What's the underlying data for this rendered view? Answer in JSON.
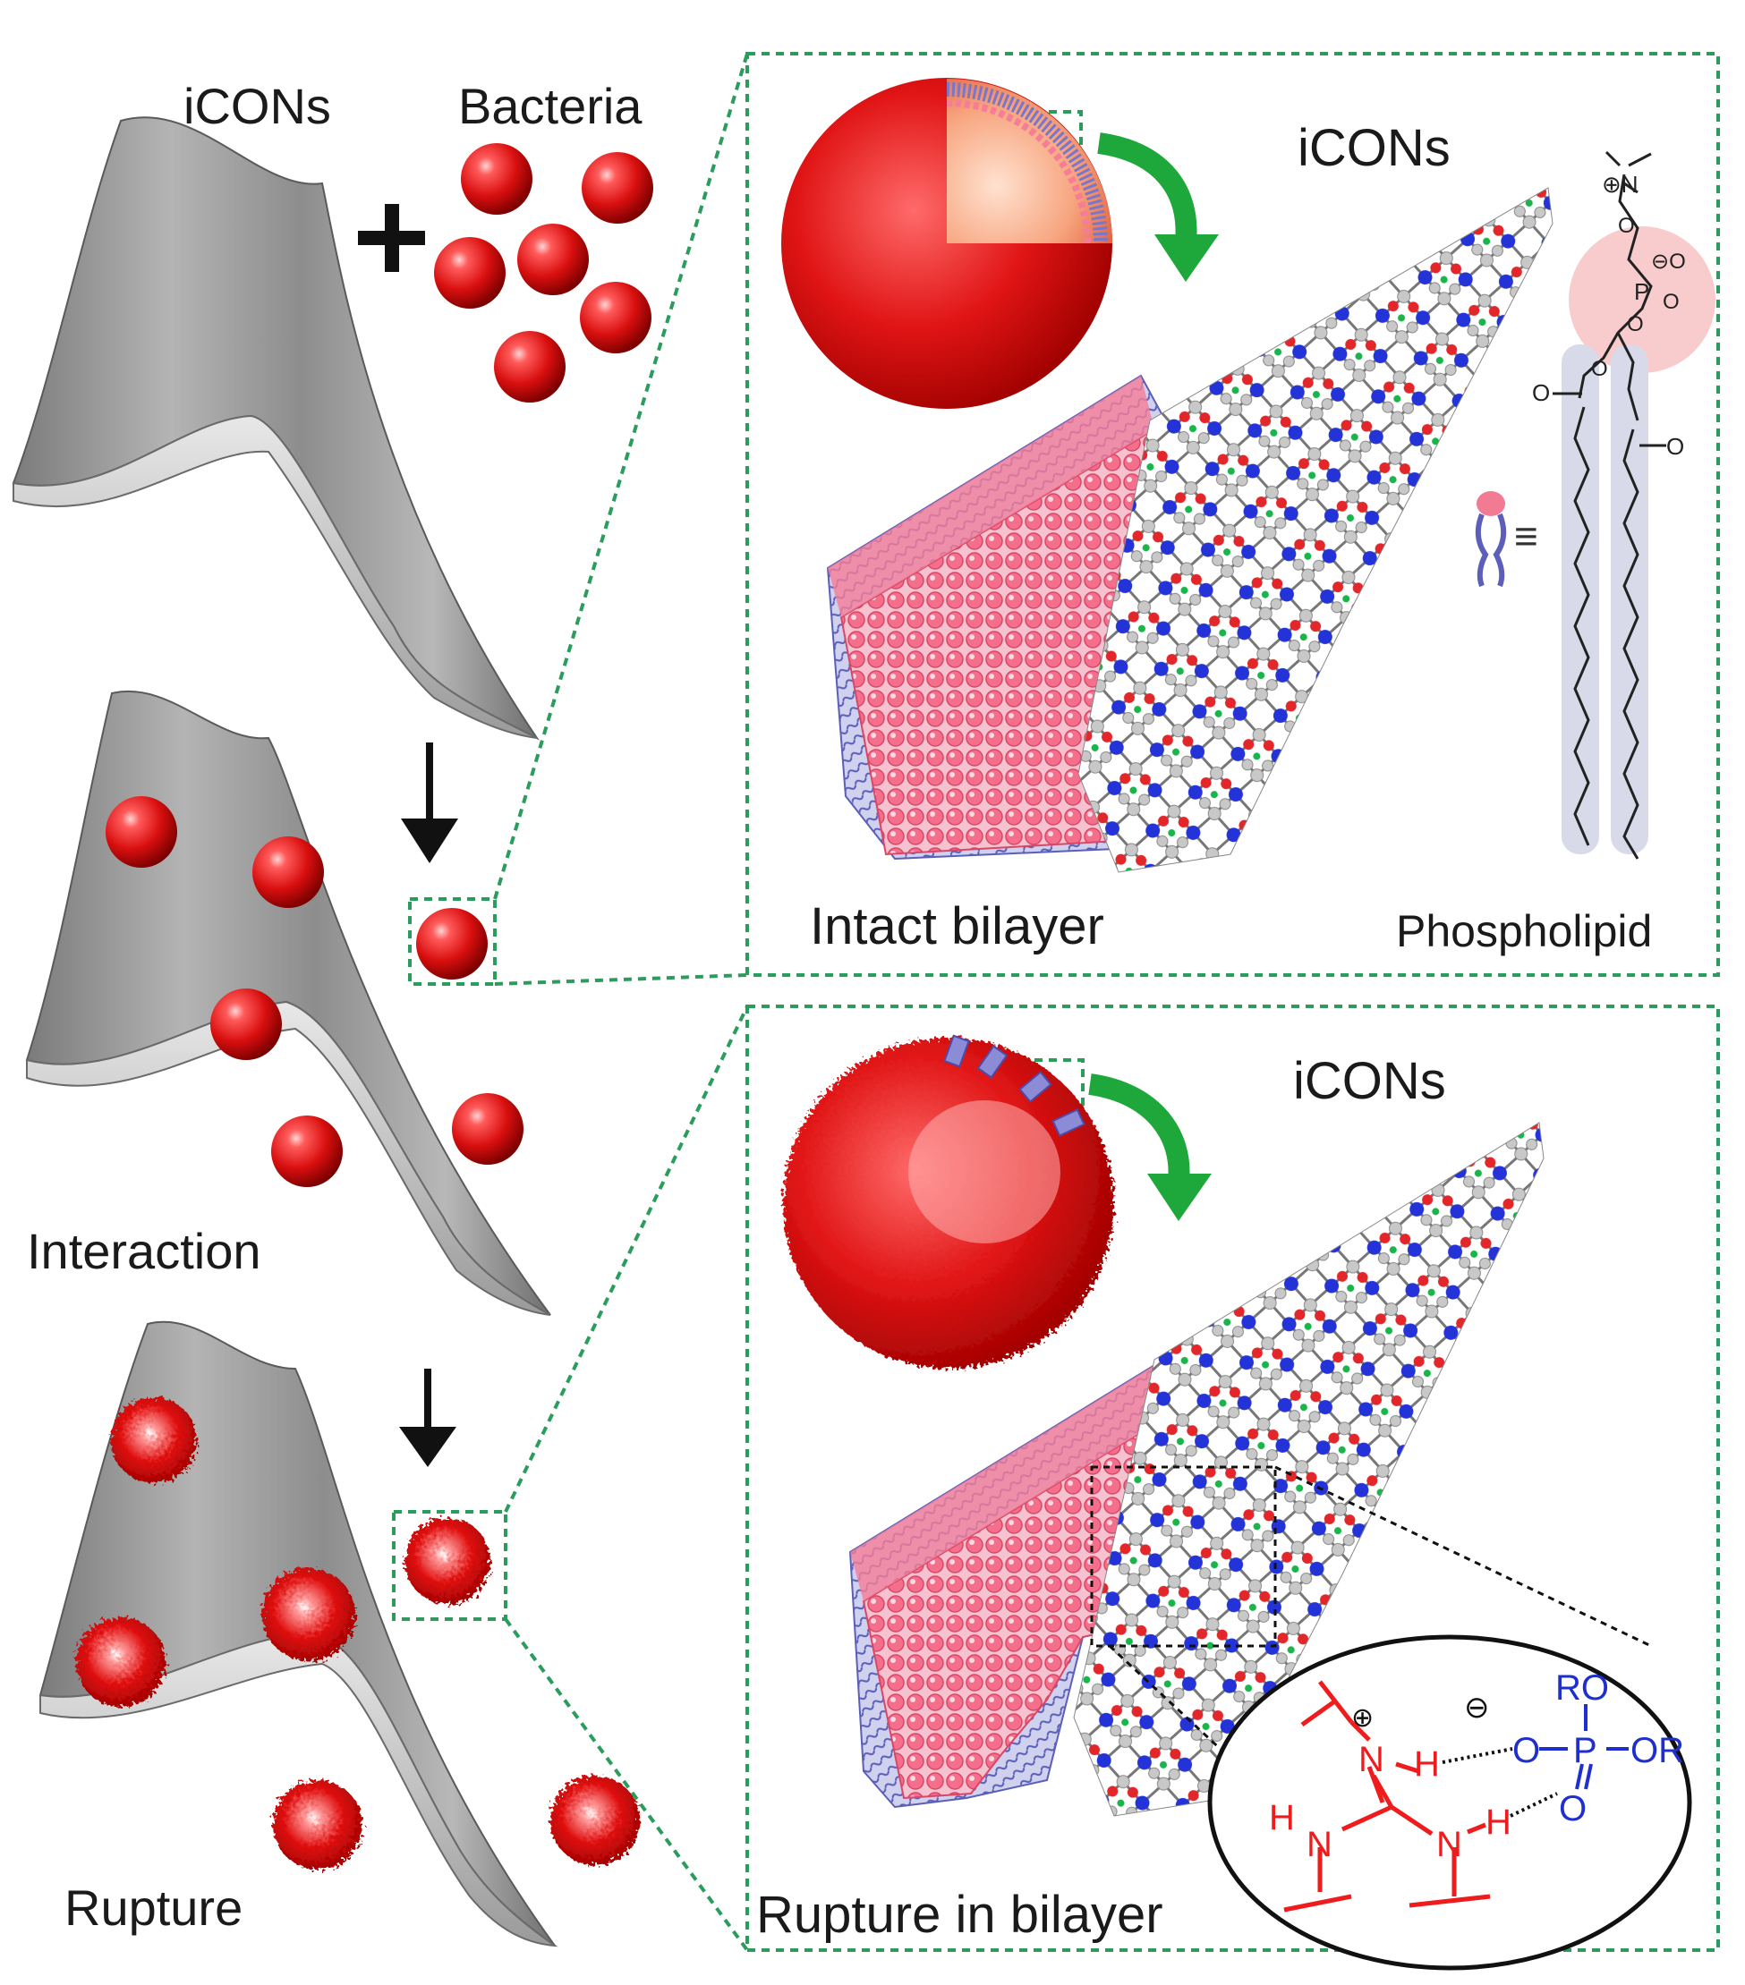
{
  "labels": {
    "icons_left": "iCONs",
    "bacteria": "Bacteria",
    "interaction": "Interaction",
    "rupture": "Rupture",
    "icons_top": "iCONs",
    "intact_bilayer": "Intact bilayer",
    "phospholipid": "Phospholipid",
    "icons_bottom": "iCONs",
    "rupture_in_bilayer": "Rupture in bilayer"
  },
  "chemistry": {
    "phosphate": {
      "ro_top": "RO",
      "o_left": "O",
      "p": "P",
      "or_right": "OR",
      "o_bottom": "O",
      "minus": "⊖"
    },
    "guanidinium": {
      "plus": "⊕",
      "n_top": "N",
      "h_top": "H",
      "n_left": "N",
      "h_left": "H",
      "n_right": "N",
      "h_right": "H"
    },
    "lipid_head": {
      "n_plus": "⊕N",
      "o_minus": "⊖O",
      "p": "P",
      "o1": "O",
      "o2": "O",
      "o3": "O",
      "o4": "O",
      "ester_o_left": "O",
      "ester_o_right": "O",
      "equiv": "≡"
    }
  },
  "colors": {
    "frame_green": "#2a9d5c",
    "bacteria_red": "#e01b1b",
    "sheet_gray": "#a9a9a9",
    "cof_blue": "#1f2fd6",
    "cof_red": "#e3262a",
    "cof_gray": "#c9c9c9",
    "cof_green": "#19b54a",
    "membrane_pink": "#f27a93",
    "arrow_green": "#1ea73a",
    "chem_red": "#ee1c1c",
    "chem_blue": "#1f2fcf"
  }
}
